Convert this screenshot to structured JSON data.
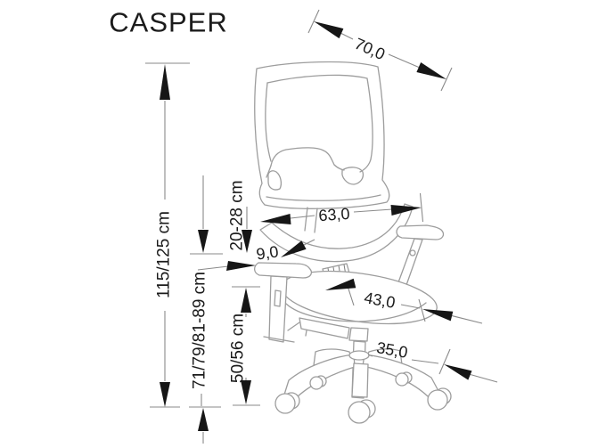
{
  "title": "CASPER",
  "chair": {
    "description": "technical line drawing of a mesh office chair with dimension annotations",
    "dims": {
      "backrest_top_width": "70,0",
      "backrest_bottom_width": "63,0",
      "backrest_height_range": "20-28 cm",
      "armrest_pad_width": "9,0",
      "overall_height": "115/125 cm",
      "armrest_height": "71/79/81-89 cm",
      "seat_height": "50/56 cm",
      "seat_depth": "43,0",
      "base_radius": "35,0"
    }
  },
  "colors": {
    "background": "#ffffff",
    "line_art": "#9d9d9d",
    "dimension_lines": "#8a8a8a",
    "arrows": "#161616",
    "text": "#1b1b1b"
  }
}
